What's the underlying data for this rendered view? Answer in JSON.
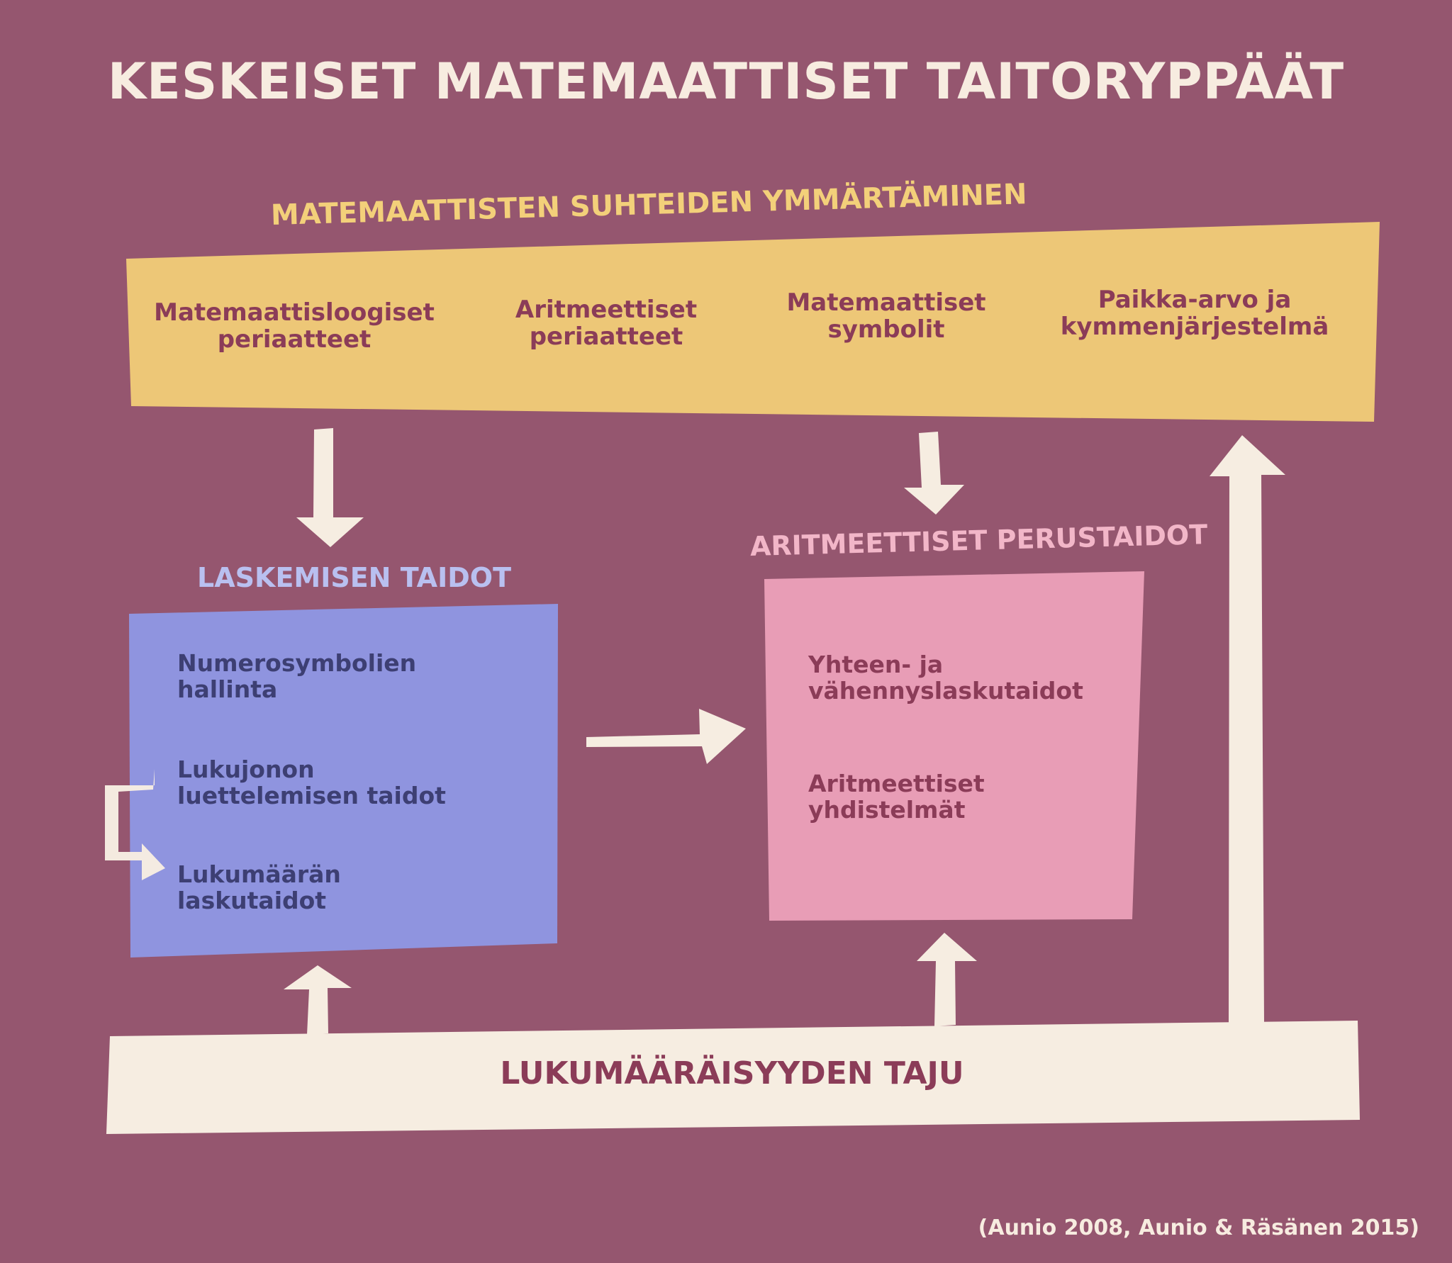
{
  "title": "KESKEISET MATEMAATTISET TAITORYPPÄÄT",
  "top_group": {
    "heading": "MATEMAATTISTEN SUHTEIDEN YMMÄRTÄMINEN",
    "items": [
      "Matemaattisloogiset periaatteet",
      "Aritmeettiset periaatteet",
      "Matemaattiset symbolit",
      "Paikka-arvo ja kymmenjärjestelmä"
    ]
  },
  "counting_group": {
    "heading": "LASKEMISEN TAIDOT",
    "items": [
      "Numerosymbolien hallinta",
      "Lukujonon luettelemisen taidot",
      "Lukumäärän laskutaidot"
    ]
  },
  "arithmetic_group": {
    "heading": "ARITMEETTISET PERUSTAIDOT",
    "items": [
      "Yhteen- ja vähennyslaskutaidot",
      "Aritmeettiset yhdistelmät"
    ]
  },
  "base_group": {
    "label": "LUKUMÄÄRÄISYYDEN TAJU"
  },
  "citation": "(Aunio 2008, Aunio & Räsänen 2015)",
  "colors": {
    "background": "#95566f",
    "yellow_box": "#edc777",
    "blue_box": "#8f94df",
    "pink_box": "#e89db6",
    "cream": "#f6ede1",
    "title": "#f7ece0",
    "dark_text": "#8b3c58",
    "blue_text": "#3d3f73"
  }
}
